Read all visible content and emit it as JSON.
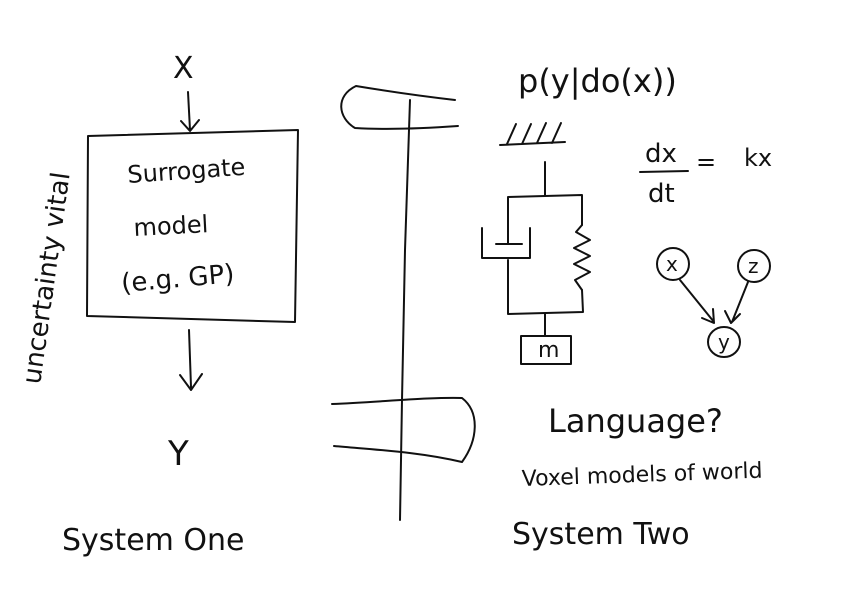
{
  "system_one": {
    "input_label": "X",
    "surrogate_title": "Surrogate",
    "surrogate_line2": "model",
    "surrogate_line3": "(e.g. GP)",
    "output_label": "Y",
    "side_label": "uncertainty vital",
    "caption": "System One"
  },
  "system_two": {
    "causal_query": "p(y|do(x))",
    "ode_numerator": "dx",
    "ode_denominator": "dt",
    "ode_equals": "=",
    "ode_rhs": "kx",
    "mass_label": "m",
    "dag_nodes": [
      "x",
      "z",
      "y"
    ],
    "language_label": "Language?",
    "voxel_label": "Voxel models of world",
    "caption": "System Two"
  },
  "style": {
    "ink": "#111111",
    "background": "#ffffff"
  }
}
